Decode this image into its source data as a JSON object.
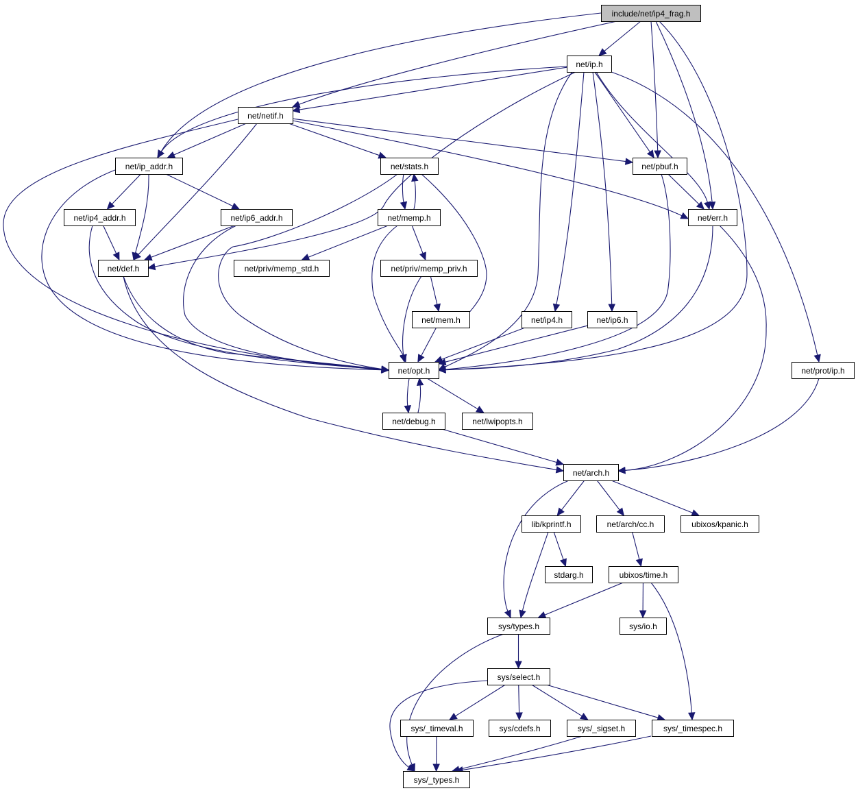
{
  "diagram": {
    "title": "include/net/ip4_frag.h",
    "type": "include-dependency-graph",
    "colors": {
      "edge": "#191970",
      "root_fill": "#bfbfbf",
      "node_fill": "#ffffff",
      "node_border": "#000000"
    },
    "nodes": [
      {
        "id": "ip4_frag",
        "label": "include/net/ip4_frag.h",
        "root": true
      },
      {
        "id": "ip",
        "label": "net/ip.h"
      },
      {
        "id": "netif",
        "label": "net/netif.h"
      },
      {
        "id": "ip_addr",
        "label": "net/ip_addr.h"
      },
      {
        "id": "stats",
        "label": "net/stats.h"
      },
      {
        "id": "pbuf",
        "label": "net/pbuf.h"
      },
      {
        "id": "ip4_addr",
        "label": "net/ip4_addr.h"
      },
      {
        "id": "ip6_addr",
        "label": "net/ip6_addr.h"
      },
      {
        "id": "memp",
        "label": "net/memp.h"
      },
      {
        "id": "err",
        "label": "net/err.h"
      },
      {
        "id": "def",
        "label": "net/def.h"
      },
      {
        "id": "memp_std",
        "label": "net/priv/memp_std.h"
      },
      {
        "id": "memp_priv",
        "label": "net/priv/memp_priv.h"
      },
      {
        "id": "mem",
        "label": "net/mem.h"
      },
      {
        "id": "ip4",
        "label": "net/ip4.h"
      },
      {
        "id": "ip6",
        "label": "net/ip6.h"
      },
      {
        "id": "opt",
        "label": "net/opt.h"
      },
      {
        "id": "prot_ip",
        "label": "net/prot/ip.h"
      },
      {
        "id": "debug",
        "label": "net/debug.h"
      },
      {
        "id": "lwipopts",
        "label": "net/lwipopts.h"
      },
      {
        "id": "arch",
        "label": "net/arch.h"
      },
      {
        "id": "kprintf",
        "label": "lib/kprintf.h"
      },
      {
        "id": "cc",
        "label": "net/arch/cc.h"
      },
      {
        "id": "kpanic",
        "label": "ubixos/kpanic.h"
      },
      {
        "id": "stdarg",
        "label": "stdarg.h"
      },
      {
        "id": "time",
        "label": "ubixos/time.h"
      },
      {
        "id": "types",
        "label": "sys/types.h"
      },
      {
        "id": "io",
        "label": "sys/io.h"
      },
      {
        "id": "select",
        "label": "sys/select.h"
      },
      {
        "id": "timeval",
        "label": "sys/_timeval.h"
      },
      {
        "id": "cdefs",
        "label": "sys/cdefs.h"
      },
      {
        "id": "sigset",
        "label": "sys/_sigset.h"
      },
      {
        "id": "timespec",
        "label": "sys/_timespec.h"
      },
      {
        "id": "_types",
        "label": "sys/_types.h"
      }
    ],
    "edges": [
      [
        "ip4_frag",
        "ip"
      ],
      [
        "ip4_frag",
        "netif"
      ],
      [
        "ip4_frag",
        "ip_addr"
      ],
      [
        "ip4_frag",
        "pbuf"
      ],
      [
        "ip4_frag",
        "err"
      ],
      [
        "ip4_frag",
        "opt"
      ],
      [
        "ip",
        "netif"
      ],
      [
        "ip",
        "ip_addr"
      ],
      [
        "ip",
        "pbuf"
      ],
      [
        "ip",
        "err"
      ],
      [
        "ip",
        "def"
      ],
      [
        "ip",
        "opt"
      ],
      [
        "ip",
        "ip4"
      ],
      [
        "ip",
        "ip6"
      ],
      [
        "ip",
        "prot_ip"
      ],
      [
        "netif",
        "ip_addr"
      ],
      [
        "netif",
        "stats"
      ],
      [
        "netif",
        "pbuf"
      ],
      [
        "netif",
        "err"
      ],
      [
        "netif",
        "def"
      ],
      [
        "netif",
        "opt"
      ],
      [
        "ip_addr",
        "ip4_addr"
      ],
      [
        "ip_addr",
        "ip6_addr"
      ],
      [
        "ip_addr",
        "def"
      ],
      [
        "ip_addr",
        "opt"
      ],
      [
        "ip4_addr",
        "def"
      ],
      [
        "ip4_addr",
        "opt"
      ],
      [
        "ip6_addr",
        "def"
      ],
      [
        "ip6_addr",
        "opt"
      ],
      [
        "stats",
        "memp"
      ],
      [
        "stats",
        "mem"
      ],
      [
        "stats",
        "opt"
      ],
      [
        "memp",
        "stats"
      ],
      [
        "memp",
        "memp_std"
      ],
      [
        "memp",
        "memp_priv"
      ],
      [
        "memp",
        "opt"
      ],
      [
        "memp_priv",
        "mem"
      ],
      [
        "memp_priv",
        "opt"
      ],
      [
        "mem",
        "opt"
      ],
      [
        "pbuf",
        "err"
      ],
      [
        "pbuf",
        "opt"
      ],
      [
        "err",
        "opt"
      ],
      [
        "err",
        "arch"
      ],
      [
        "def",
        "opt"
      ],
      [
        "def",
        "arch"
      ],
      [
        "ip4",
        "opt"
      ],
      [
        "ip6",
        "opt"
      ],
      [
        "opt",
        "debug"
      ],
      [
        "opt",
        "lwipopts"
      ],
      [
        "debug",
        "opt"
      ],
      [
        "debug",
        "arch"
      ],
      [
        "prot_ip",
        "arch"
      ],
      [
        "arch",
        "kprintf"
      ],
      [
        "arch",
        "cc"
      ],
      [
        "arch",
        "kpanic"
      ],
      [
        "arch",
        "types"
      ],
      [
        "kprintf",
        "stdarg"
      ],
      [
        "kprintf",
        "types"
      ],
      [
        "cc",
        "time"
      ],
      [
        "time",
        "types"
      ],
      [
        "time",
        "io"
      ],
      [
        "time",
        "timespec"
      ],
      [
        "types",
        "select"
      ],
      [
        "types",
        "_types"
      ],
      [
        "select",
        "timeval"
      ],
      [
        "select",
        "cdefs"
      ],
      [
        "select",
        "sigset"
      ],
      [
        "select",
        "timespec"
      ],
      [
        "select",
        "_types"
      ],
      [
        "timeval",
        "_types"
      ],
      [
        "sigset",
        "_types"
      ],
      [
        "timespec",
        "_types"
      ]
    ]
  }
}
